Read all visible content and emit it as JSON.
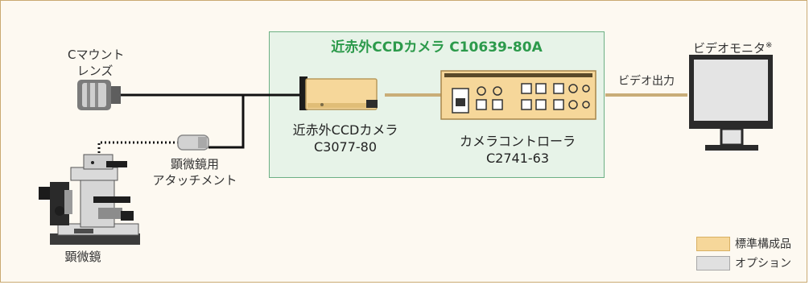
{
  "system": {
    "title": "近赤外CCDカメラ C10639-80A"
  },
  "components": {
    "c_mount_lens": {
      "line1": "Cマウント",
      "line2": "レンズ"
    },
    "nir_camera": {
      "line1": "近赤外CCDカメラ",
      "line2": "C3077-80"
    },
    "controller": {
      "line1": "カメラコントローラ",
      "line2": "C2741-63"
    },
    "video_monitor": {
      "label": "ビデオモニタ",
      "mark": "※"
    },
    "microscope_adapter": {
      "line1": "顕微鏡用",
      "line2": "アタッチメント"
    },
    "microscope": {
      "label": "顕微鏡"
    }
  },
  "connections": {
    "video_out": "ビデオ出力"
  },
  "legend": {
    "standard": {
      "label": "標準構成品",
      "color": "#f6d79a"
    },
    "option": {
      "label": "オプション",
      "color": "#e0e0e0"
    }
  },
  "colors": {
    "system_border": "#6cb084",
    "system_fill": "#e7f3e8",
    "title": "#2c9a4b",
    "cable_standard": "#c9ad78",
    "cable_optical": "#111111"
  }
}
